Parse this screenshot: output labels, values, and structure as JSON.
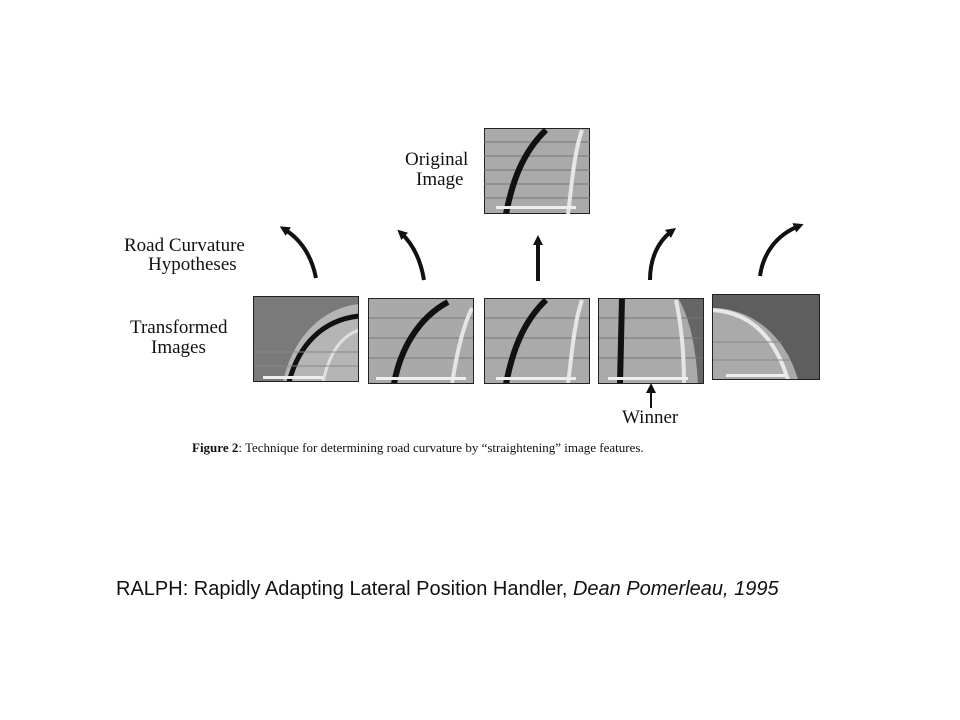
{
  "figure": {
    "labels": {
      "original_image_line1": "Original",
      "original_image_line2": "Image",
      "hypotheses_line1": "Road Curvature",
      "hypotheses_line2": "Hypotheses",
      "transformed_line1": "Transformed",
      "transformed_line2": "Images",
      "winner": "Winner"
    },
    "caption": {
      "prefix": "Figure 2",
      "text": ": Technique for determining road curvature by “straightening” image features."
    }
  },
  "credit": {
    "title": "RALPH: Rapidly Adapting Lateral Position Handler, ",
    "author": "Dean Pomerleau, 1995"
  }
}
